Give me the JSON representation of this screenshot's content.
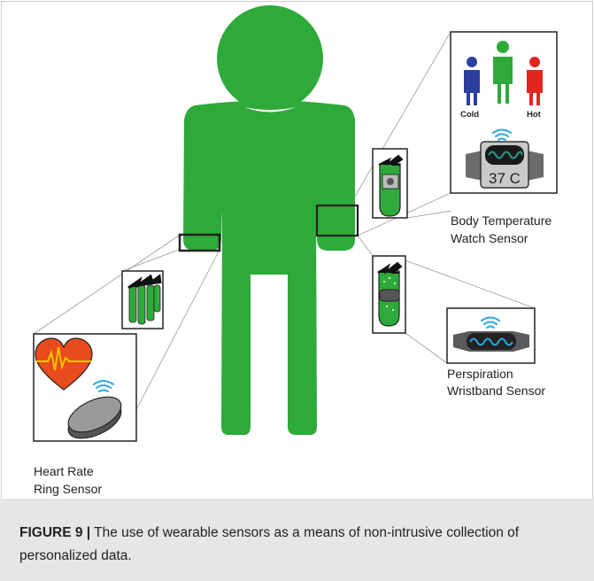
{
  "figure": {
    "person_color": "#2eaa3b",
    "outline_color": "#222222",
    "frame_color": "#cccccc"
  },
  "thermometer_panel": {
    "cold_label": "Cold",
    "hot_label": "Hot",
    "cold_color": "#2b3f9e",
    "neutral_color": "#2eaa3b",
    "hot_color": "#e0261f",
    "reading": "37 C",
    "wave_color": "#2a9d8f"
  },
  "sensor_labels": {
    "body_temperature_line1": "Body Temperature",
    "body_temperature_line2": "Watch Sensor",
    "perspiration_line1": "Perspiration",
    "perspiration_line2": "Wristband Sensor",
    "heart_rate_line1": "Heart Rate",
    "heart_rate_line2": "Ring Sensor"
  },
  "heart_panel": {
    "heart_color": "#e84b1c",
    "pulse_color": "#f6c400"
  },
  "wifi_color": "#29a8e0",
  "caption": {
    "label": "FIGURE 9 |",
    "text": " The use of wearable sensors as a means of non-intrusive collection of personalized data."
  }
}
